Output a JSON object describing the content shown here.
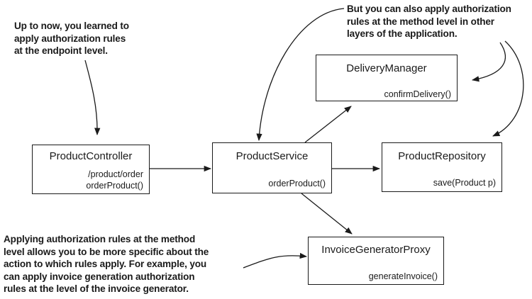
{
  "notes": {
    "endpoint": [
      "Up to now, you learned to",
      "apply authorization rules",
      "at the endpoint level."
    ],
    "method_layers": [
      "But you can also apply authorization",
      "rules at the method level in other",
      "layers of the application."
    ],
    "specific": [
      "Applying authorization rules at the method",
      "level allows you to be more specific about the",
      "action to which rules apply. For example, you",
      "can apply invoice generation authorization",
      "rules at the level of the invoice generator."
    ]
  },
  "boxes": {
    "product_controller": {
      "title": "ProductController",
      "lines": [
        "/product/order",
        "orderProduct()"
      ]
    },
    "product_service": {
      "title": "ProductService",
      "lines": [
        "orderProduct()"
      ]
    },
    "delivery_manager": {
      "title": "DeliveryManager",
      "lines": [
        "confirmDelivery()"
      ]
    },
    "product_repository": {
      "title": "ProductRepository",
      "lines": [
        "save(Product p)"
      ]
    },
    "invoice_generator_proxy": {
      "title": "InvoiceGeneratorProxy",
      "lines": [
        "generateInvoice()"
      ]
    }
  }
}
